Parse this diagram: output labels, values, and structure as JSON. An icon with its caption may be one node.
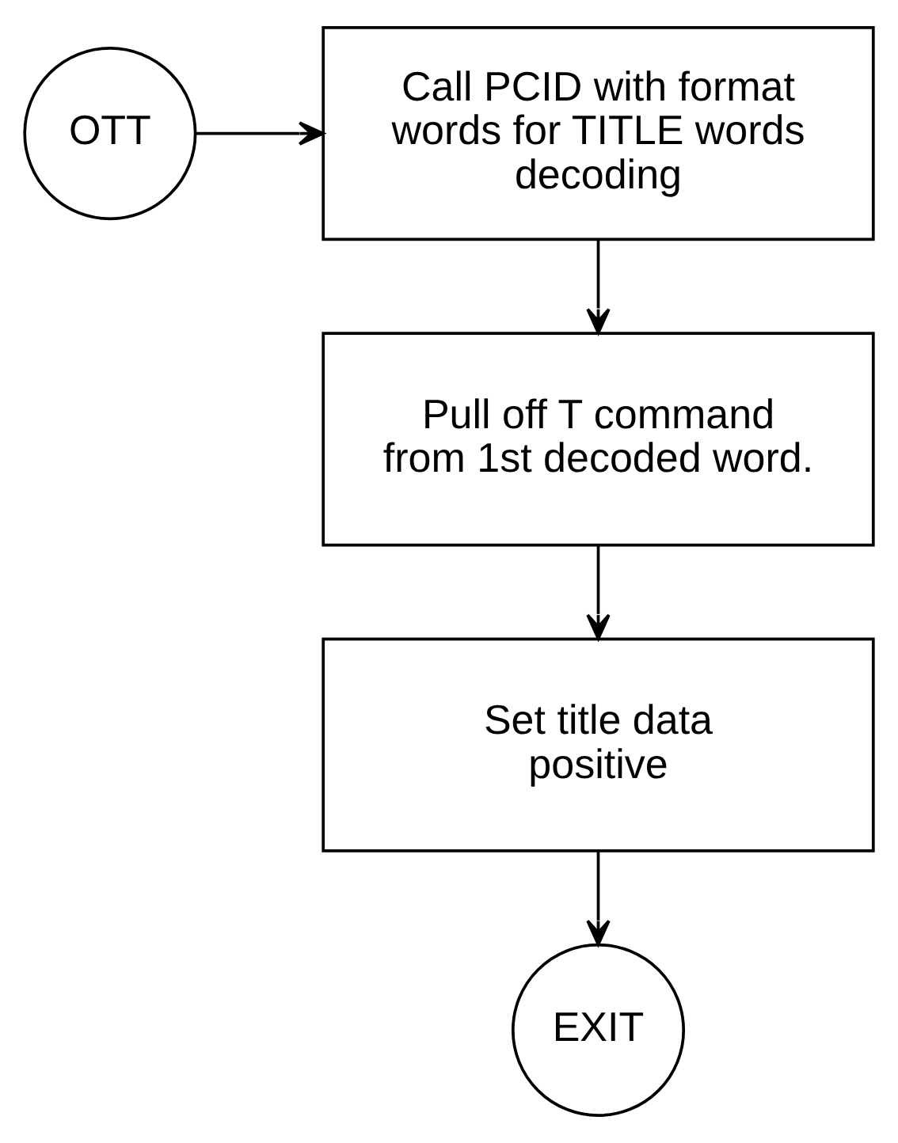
{
  "diagram": {
    "nodes": [
      {
        "text": [
          "OTT"
        ]
      },
      {
        "text": [
          "Call PCID with format words for TITLE words decoding"
        ]
      },
      {
        "text": [
          "Pull off T command from 1st decoded word."
        ]
      },
      {
        "text": [
          "Set title data positive"
        ]
      },
      {
        "text": [
          "EXIT"
        ]
      }
    ],
    "edges": [
      {
        "from": 0,
        "to": 1,
        "arrow": "to"
      },
      {
        "from": 1,
        "to": 2,
        "arrow": "to"
      },
      {
        "from": 2,
        "to": 3,
        "arrow": "to"
      },
      {
        "from": 3,
        "to": 4,
        "arrow": "to"
      }
    ]
  }
}
